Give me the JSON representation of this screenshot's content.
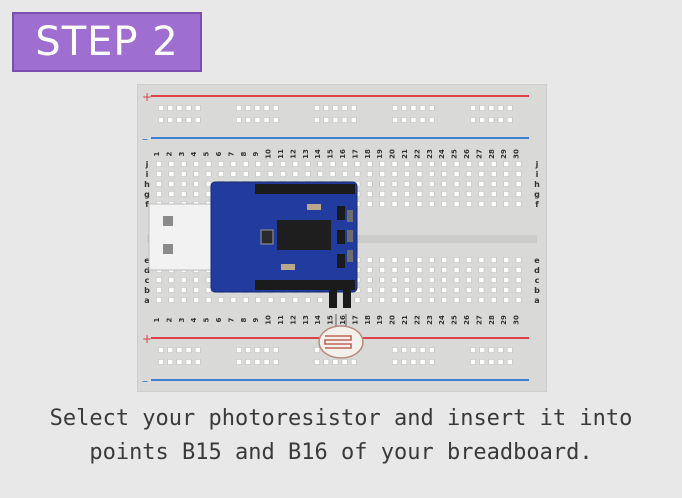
{
  "step": {
    "label": "STEP 2"
  },
  "breadboard": {
    "columns": [
      "1",
      "2",
      "3",
      "4",
      "5",
      "6",
      "7",
      "8",
      "9",
      "10",
      "11",
      "12",
      "13",
      "14",
      "15",
      "16",
      "17",
      "18",
      "19",
      "20",
      "21",
      "22",
      "23",
      "24",
      "25",
      "26",
      "27",
      "28",
      "29",
      "30"
    ],
    "top_rows": [
      "j",
      "i",
      "h",
      "g",
      "f"
    ],
    "bottom_rows": [
      "e",
      "d",
      "c",
      "b",
      "a"
    ],
    "rail_plus": "+",
    "rail_minus": "–"
  },
  "instructions": {
    "line1": "Select your photoresistor and insert it into",
    "line2": "points B15 and B16 of your breadboard."
  },
  "colors": {
    "badge": "#9e6fd0",
    "rail_red": "#e0404a",
    "rail_blue": "#3f7fd0",
    "board": "#d8d8d6",
    "module": "#1f3a9a"
  }
}
